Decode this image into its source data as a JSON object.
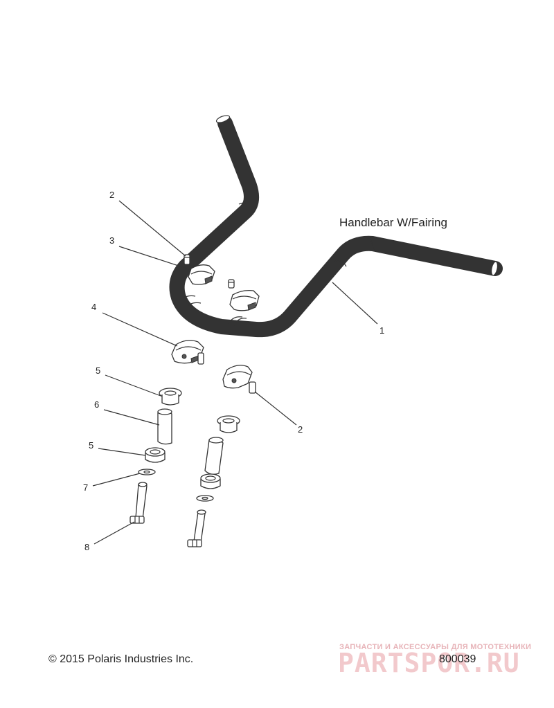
{
  "title": "Handlebar W/Fairing",
  "copyright": "© 2015 Polaris Industries Inc.",
  "part_number": "800039",
  "watermark": {
    "tagline": "ЗАПЧАСТИ И АКСЕССУАРЫ ДЛЯ МОТОТЕХНИКИ",
    "brand": "PARTSPOR.RU"
  },
  "callouts": {
    "c1": "1",
    "c2a": "2",
    "c2b": "2",
    "c3": "3",
    "c4": "4",
    "c5a": "5",
    "c5b": "5",
    "c6": "6",
    "c7": "7",
    "c8": "8"
  }
}
